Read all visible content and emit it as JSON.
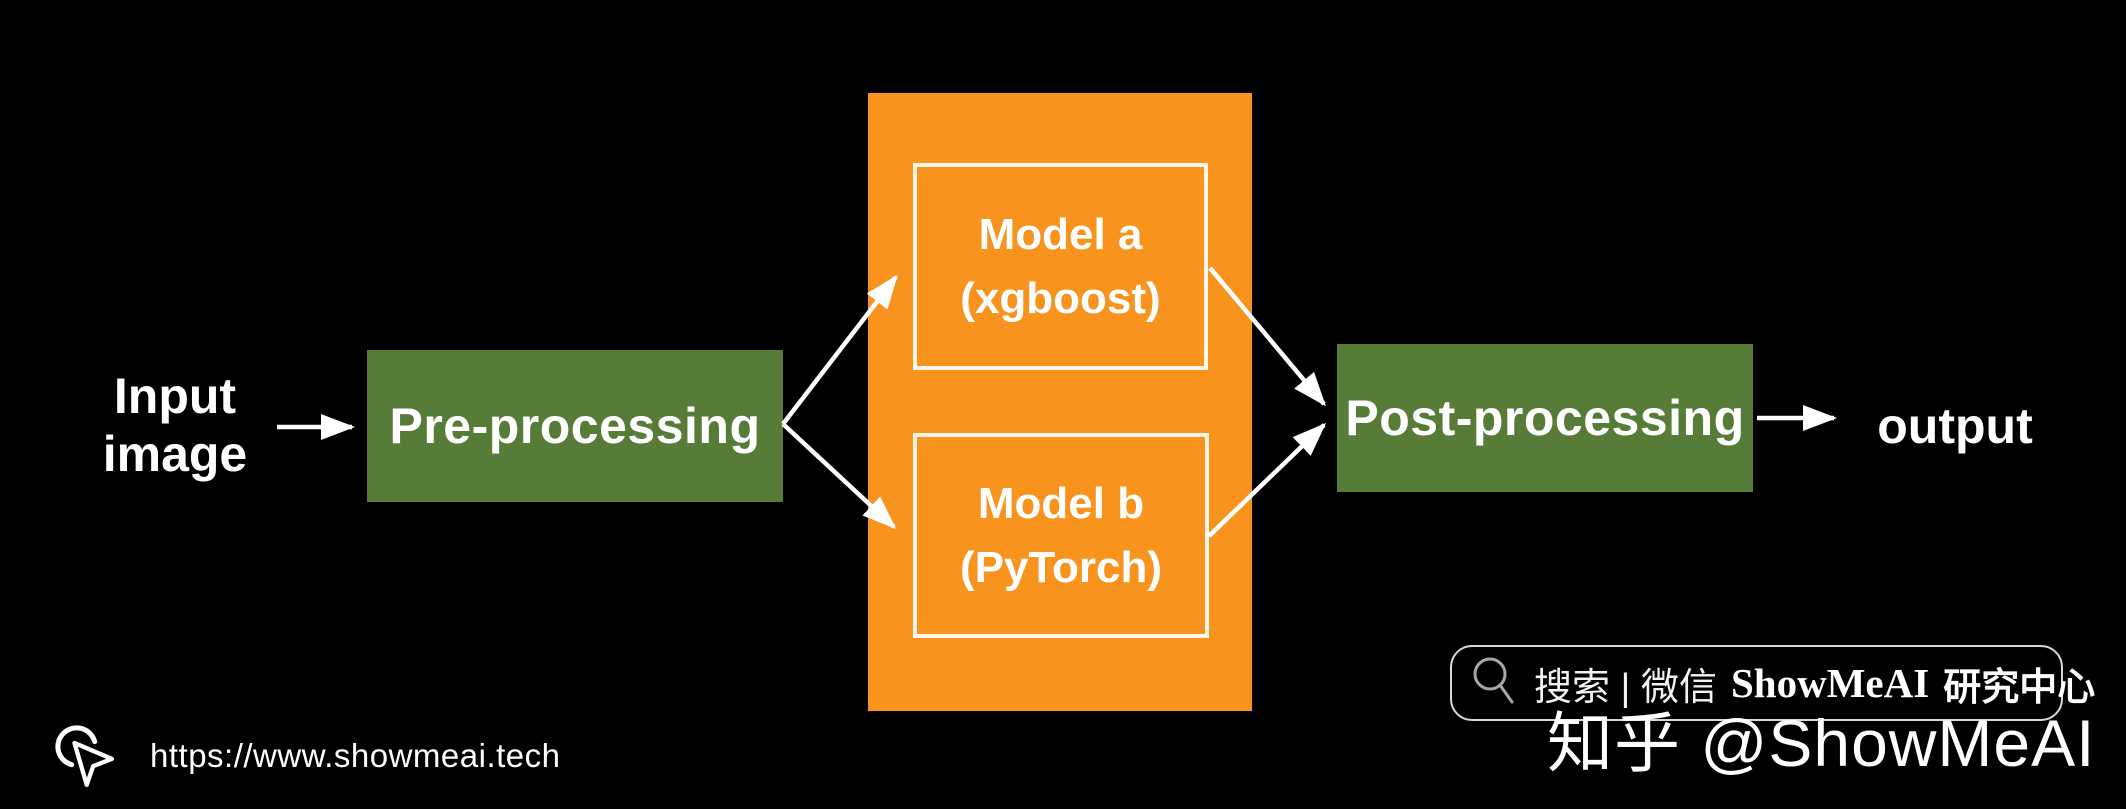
{
  "diagram": {
    "input_lines": [
      "Input",
      "image"
    ],
    "preprocessing_label": "Pre-processing",
    "model_a_lines": [
      "Model a",
      "(xgboost)"
    ],
    "model_b_lines": [
      "Model b",
      "(PyTorch)"
    ],
    "postprocessing_label": "Post-processing",
    "output_label": "output"
  },
  "footer": {
    "url": "https://www.showmeai.tech"
  },
  "watermark": {
    "search_prefix": "搜索 | 微信",
    "brand": "ShowMeAI",
    "brand_suffix": "研究中心",
    "zhihu_handle": "知乎 @ShowMeAI"
  },
  "colors": {
    "background": "#000000",
    "box_green": "#567c38",
    "box_orange": "#f8941d",
    "text_white": "#ffffff",
    "border_cream": "#fcf6ea",
    "icon_gray": "#a8a8a8"
  }
}
